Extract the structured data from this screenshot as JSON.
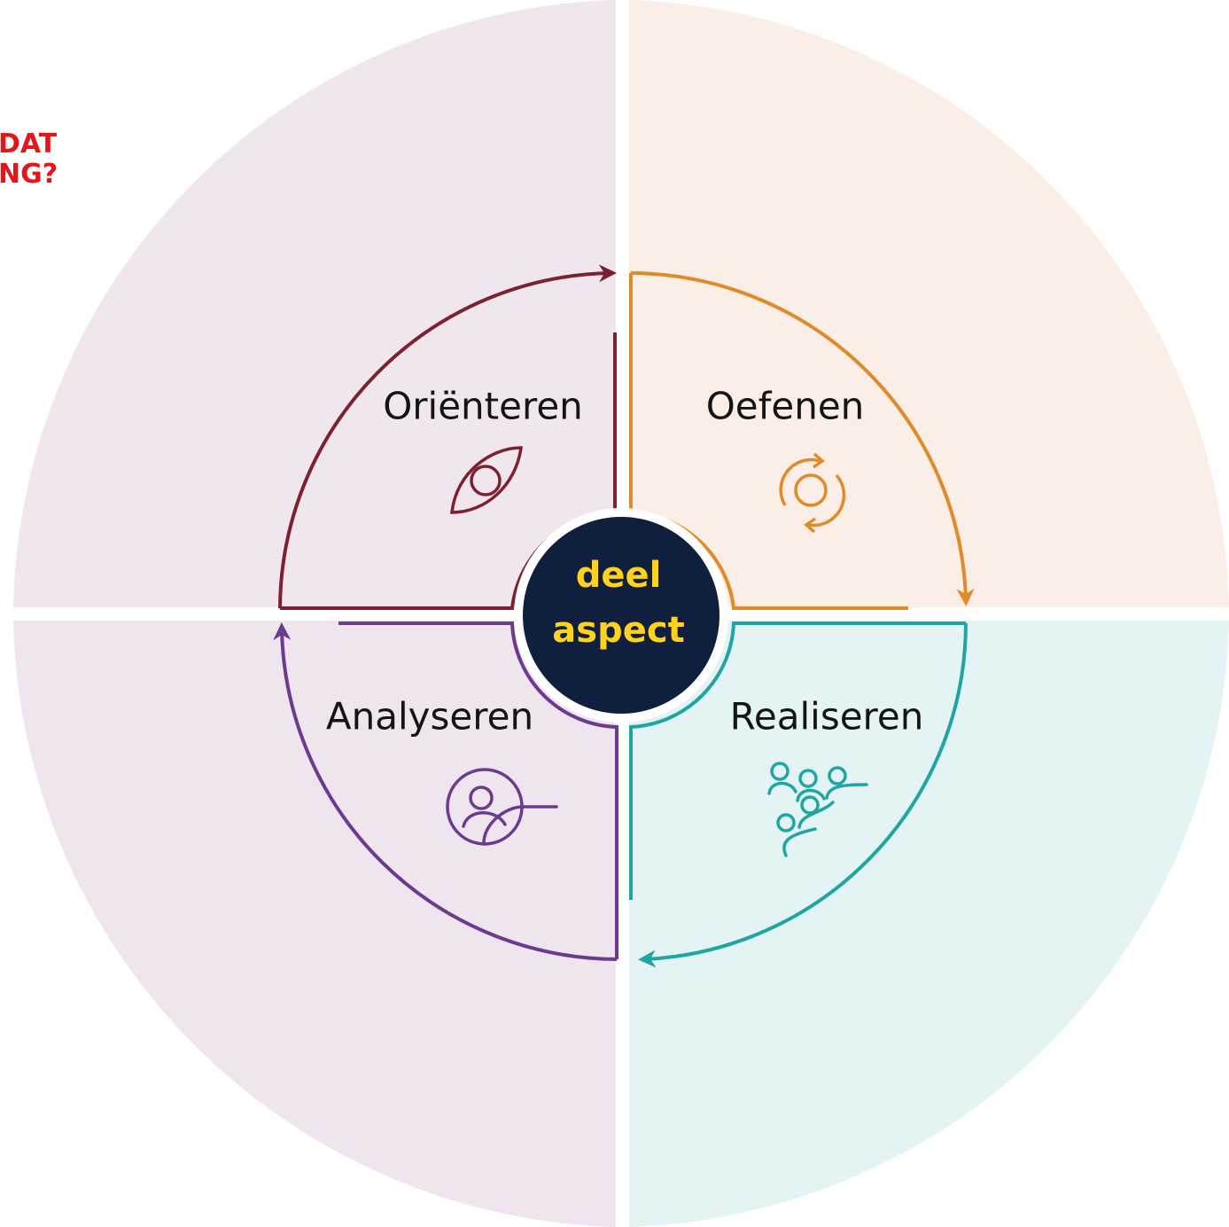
{
  "corner_heading": {
    "line1": "DAT",
    "line2": "NG?"
  },
  "center": {
    "line1": "deel",
    "line2": "aspect"
  },
  "phases": [
    {
      "id": "orienteren",
      "label": "Oriënteren",
      "icon": "eye-icon",
      "color": "#7d2131"
    },
    {
      "id": "oefenen",
      "label": "Oefenen",
      "icon": "cycle-arrows-icon",
      "color": "#e08a2a"
    },
    {
      "id": "realiseren",
      "label": "Realiseren",
      "icon": "people-group-icon",
      "color": "#1fa6a3"
    },
    {
      "id": "analyseren",
      "label": "Analyseren",
      "icon": "magnifier-person-icon",
      "color": "#6c3a8f"
    }
  ],
  "colors": {
    "quadrant_tl": "#f0e6ee",
    "quadrant_tr": "#fbeee6",
    "quadrant_br": "#e4f3f4",
    "quadrant_bl": "#eee5ef",
    "center_fill": "#0f1f3d",
    "center_text": "#ffd21f",
    "corner_text": "#e8141b"
  }
}
